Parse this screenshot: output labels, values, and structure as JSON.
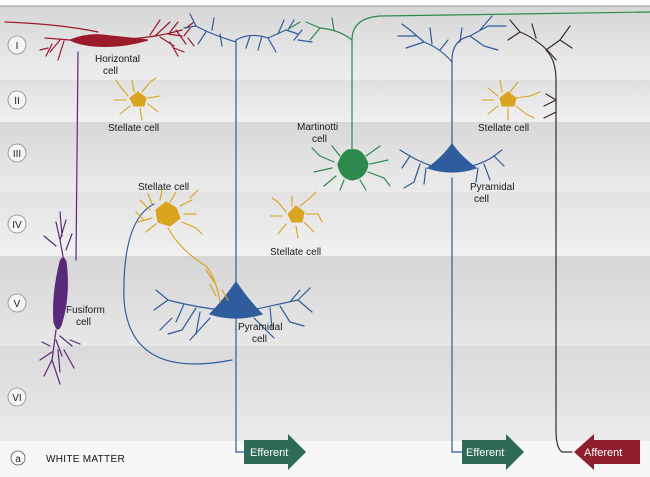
{
  "layers": [
    "I",
    "II",
    "III",
    "IV",
    "V",
    "VI"
  ],
  "panel_letter": "a",
  "white_matter": "WHITE MATTER",
  "cells": {
    "horizontal": "Horizontal cell",
    "stellate_top": "Stellate cell",
    "stellate_mid": "Stellate cell",
    "stellate_center": "Stellate cell",
    "stellate_right": "Stellate cell",
    "martinotti": "Martinotti cell",
    "fusiform": "Fusiform cell",
    "pyramidal_left": "Pyramidal cell",
    "pyramidal_right": "Pyramidal cell"
  },
  "arrows": {
    "efferent_left": "Efferent",
    "efferent_right": "Efferent",
    "afferent": "Afferent"
  },
  "colors": {
    "horizontal": "#9b1b2a",
    "stellate": "#d9a520",
    "martinotti": "#2e8a4c",
    "pyramidal": "#2f5c9c",
    "fusiform": "#5a2a7a",
    "afferent_fiber": "#3a2a28",
    "efferent_arrow": "#2e6b56",
    "afferent_arrow": "#8f1f2c"
  }
}
